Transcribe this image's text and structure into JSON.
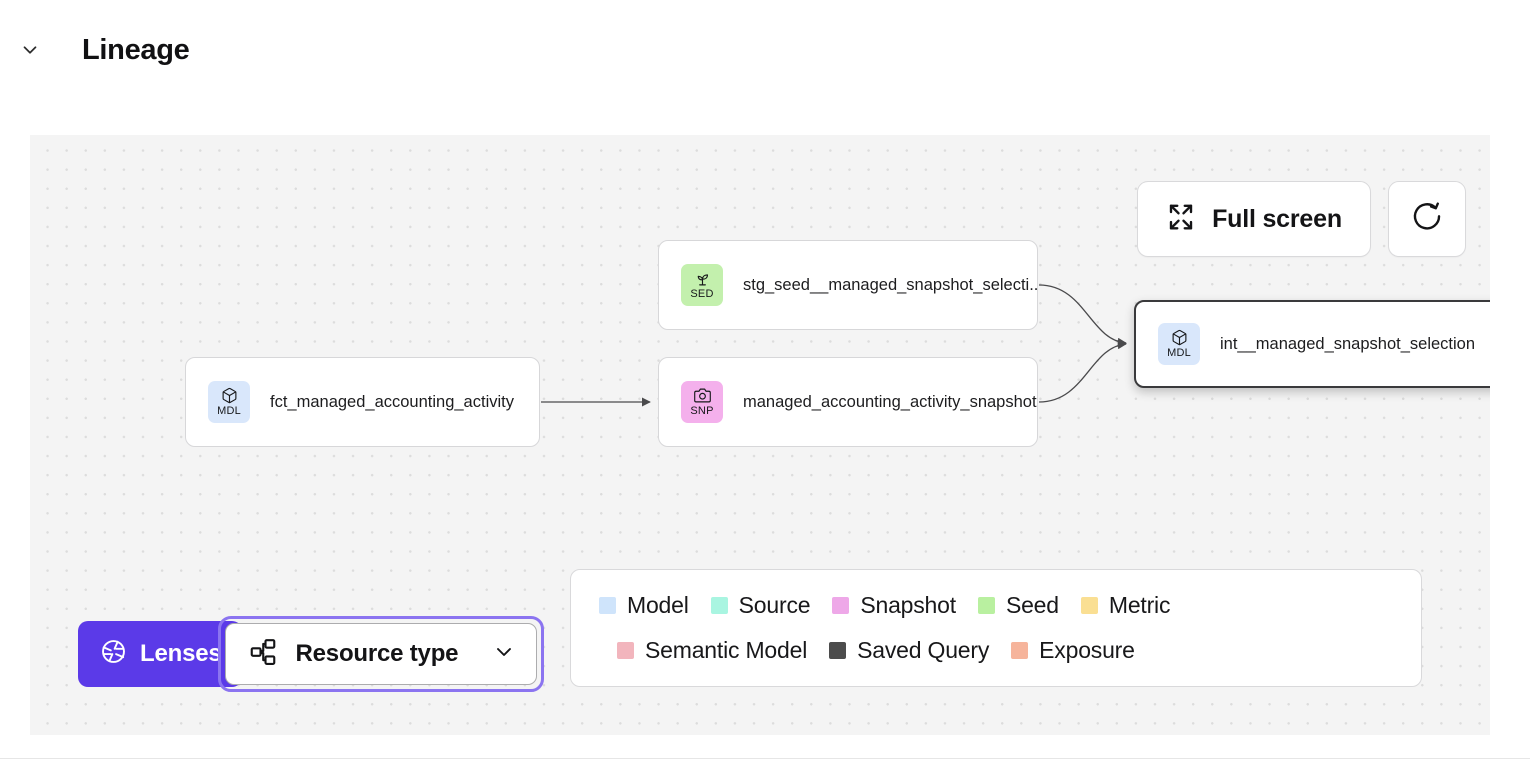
{
  "section": {
    "title": "Lineage",
    "toggle_icon": "chevron-down-icon",
    "expanded": true
  },
  "canvas": {
    "background_color": "#f4f4f4",
    "dot_color": "#dcdcdc"
  },
  "toolbar": {
    "fullscreen_label": "Full screen",
    "fullscreen_icon": "expand-icon",
    "refresh_icon": "refresh-icon",
    "refresh_label": ""
  },
  "graph": {
    "nodes": [
      {
        "id": "fct_managed_accounting_activity",
        "label": "fct_managed_accounting_activity",
        "type_code": "MDL",
        "type_name": "Model",
        "badge_icon": "cube-icon",
        "badge_color": "#d9e7fb",
        "selected": false
      },
      {
        "id": "stg_seed__managed_snapshot_selection",
        "label": "stg_seed__managed_snapshot_selecti...",
        "type_code": "SED",
        "type_name": "Seed",
        "badge_icon": "sprout-icon",
        "badge_color": "#c3f0ad",
        "selected": false
      },
      {
        "id": "managed_accounting_activity_snapshot",
        "label": "managed_accounting_activity_snapshot",
        "type_code": "SNP",
        "type_name": "Snapshot",
        "badge_icon": "camera-icon",
        "badge_color": "#f4b0ec",
        "selected": false
      },
      {
        "id": "int__managed_snapshot_selection",
        "label": "int__managed_snapshot_selection",
        "type_code": "MDL",
        "type_name": "Model",
        "badge_icon": "cube-icon",
        "badge_color": "#d9e7fb",
        "selected": true
      }
    ],
    "edges": [
      {
        "from": "fct_managed_accounting_activity",
        "to": "managed_accounting_activity_snapshot"
      },
      {
        "from": "stg_seed__managed_snapshot_selection",
        "to": "int__managed_snapshot_selection"
      },
      {
        "from": "managed_accounting_activity_snapshot",
        "to": "int__managed_snapshot_selection"
      }
    ]
  },
  "controls": {
    "lenses_label": "Lenses",
    "lenses_icon": "aperture-icon",
    "lenses_color": "#5b3ae8",
    "resource_type_label": "Resource type",
    "resource_type_icon": "hierarchy-icon",
    "resource_type_chevron": "chevron-down-icon",
    "focus_ring_color": "#8b74f0"
  },
  "legend": {
    "row1": [
      {
        "label": "Model",
        "color": "#cfe4fb"
      },
      {
        "label": "Source",
        "color": "#a9f5e1"
      },
      {
        "label": "Snapshot",
        "color": "#eea8e8"
      },
      {
        "label": "Seed",
        "color": "#b9f0a0"
      },
      {
        "label": "Metric",
        "color": "#fadf93"
      }
    ],
    "row2": [
      {
        "label": "Semantic Model",
        "color": "#f2b5bd"
      },
      {
        "label": "Saved Query",
        "color": "#4c4c4c"
      },
      {
        "label": "Exposure",
        "color": "#f6b49b"
      }
    ]
  }
}
